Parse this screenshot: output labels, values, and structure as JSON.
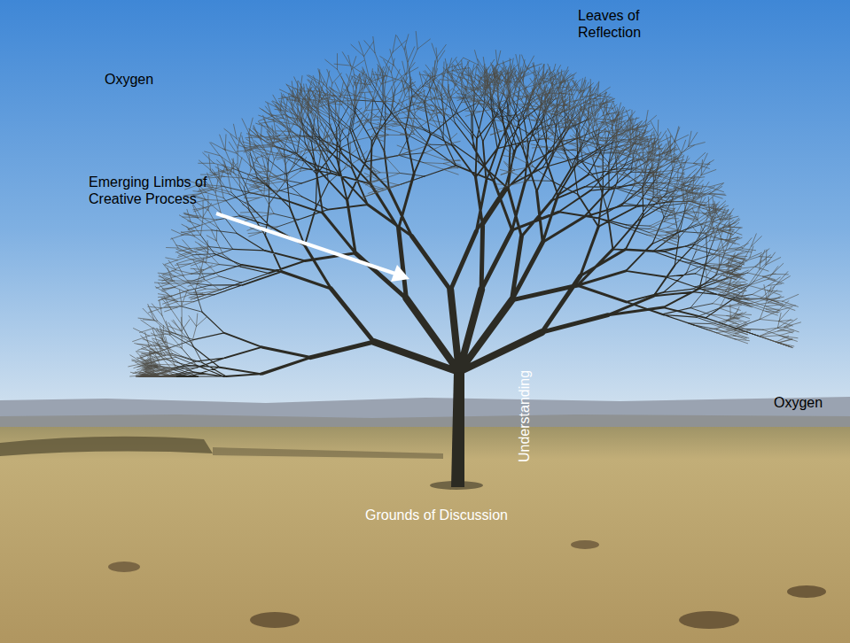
{
  "diagram": {
    "labels": [
      "Leaves of Reflection",
      "Oxygen",
      "Emerging Limbs of Creative Process",
      "Understanding",
      "Oxygen",
      "Grounds of Discussion"
    ]
  }
}
